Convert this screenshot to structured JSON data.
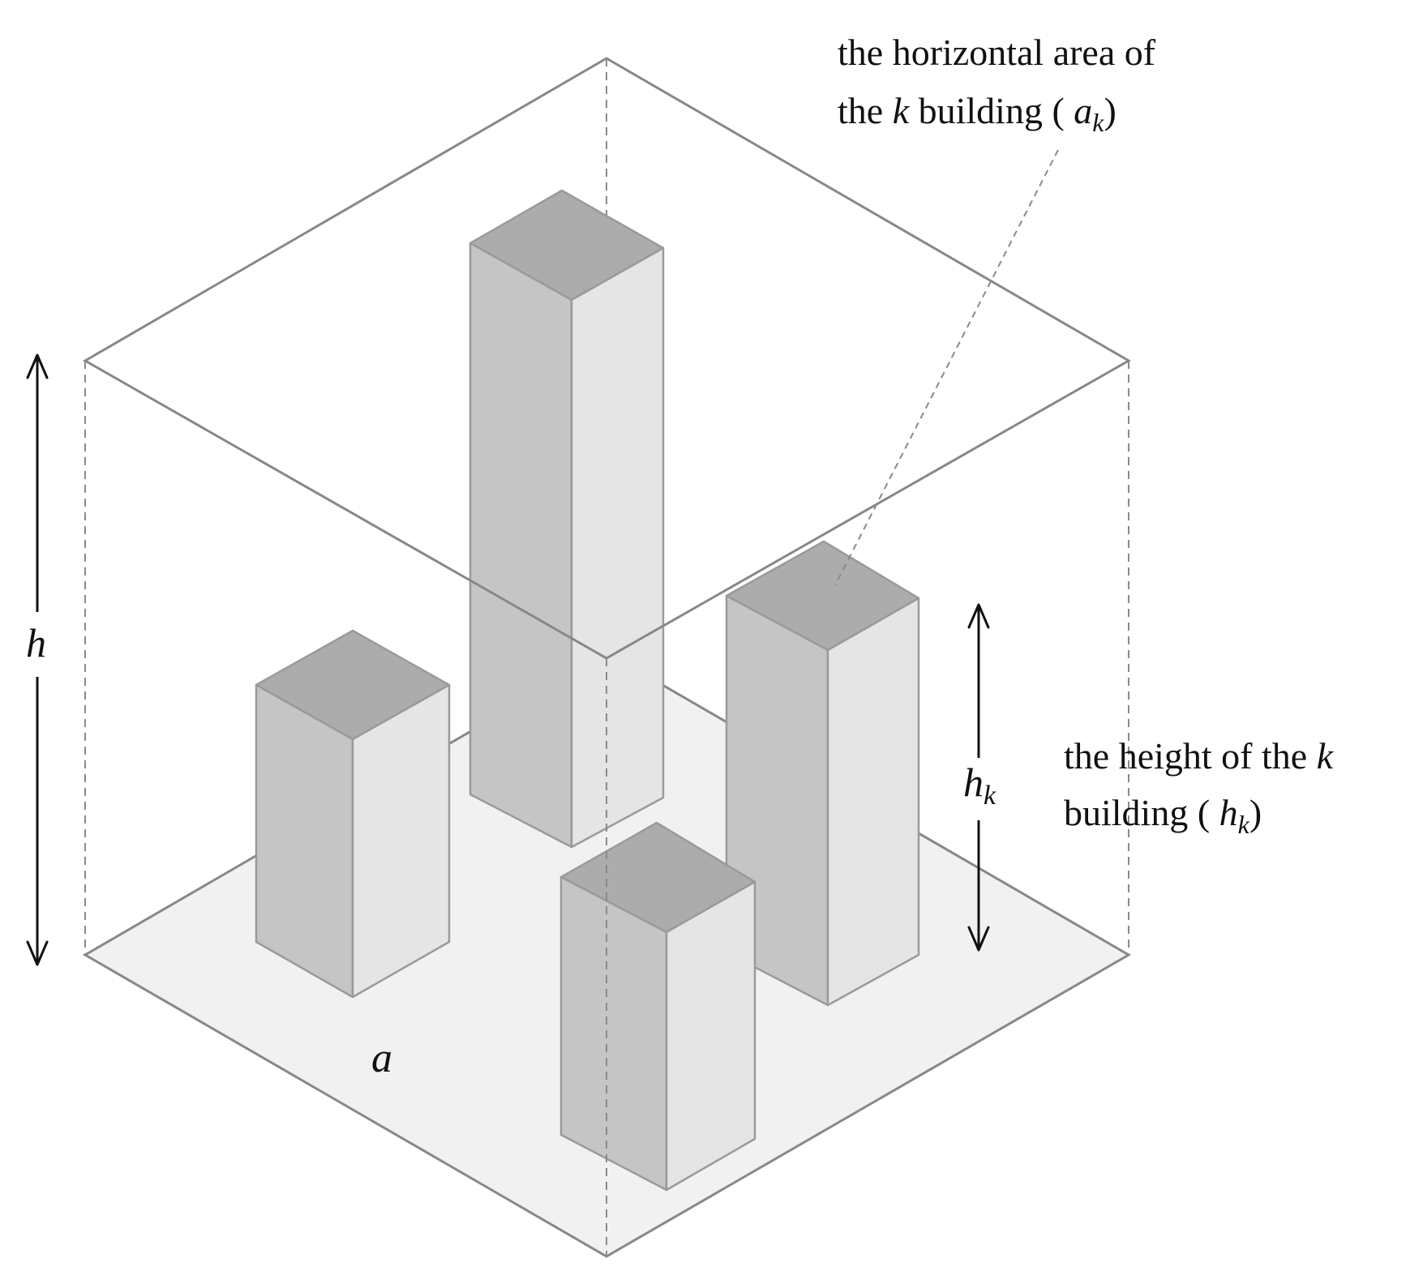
{
  "labels": {
    "area_line1": "the horizontal area of",
    "area_line2_prefix": "the ",
    "area_line2_k": "k",
    "area_line2_mid": " building ( ",
    "area_line2_sym": "a",
    "area_line2_sub": "k",
    "area_line2_suffix": ")",
    "height_line1_prefix": "the height of the ",
    "height_line1_k": "k",
    "height_line2_prefix": "building ( ",
    "height_line2_sym": "h",
    "height_line2_sub": "k",
    "height_line2_suffix": ")",
    "h": "h",
    "hk_sym": "h",
    "hk_sub": "k",
    "a": "a"
  },
  "colors": {
    "ground": "#f1f1f1",
    "building_top": "#acacac",
    "building_left": "#c5c5c5",
    "building_right": "#e5e5e5",
    "box_edge": "#888888"
  }
}
